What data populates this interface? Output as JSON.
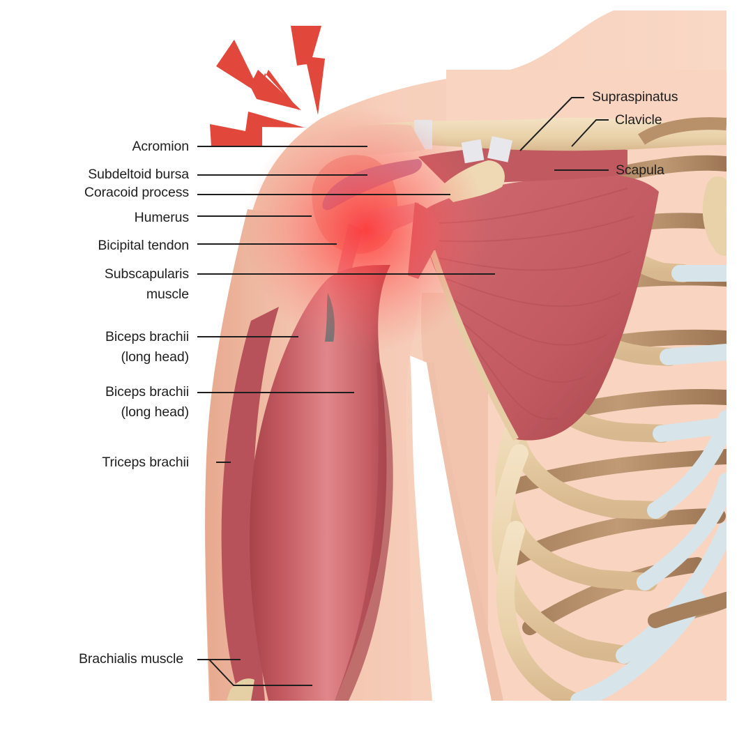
{
  "diagram": {
    "subject": "Shoulder anatomy with pain indicator",
    "colors": {
      "background": "#ffffff",
      "skin": "#f4c6b0",
      "skin_light": "#f9d6c4",
      "skin_shadow": "#e8a98e",
      "muscle": "#c2575c",
      "muscle_light": "#e08084",
      "muscle_dark": "#9e3b42",
      "bone": "#ecd6b0",
      "bone_dark": "#b48a63",
      "cartilage": "#d6e4ea",
      "pain_bolt": "#e2473b",
      "pain_glow": "#ff3b3b",
      "leader_line": "#1e1e1e",
      "label_text": "#1e1e1e"
    },
    "pain_indicator": {
      "icon": "lightning-bolt-icon",
      "count": 3
    },
    "labels_left": [
      {
        "id": "acromion",
        "text": "Acromion"
      },
      {
        "id": "subdeltoid-bursa",
        "text": "Subdeltoid bursa"
      },
      {
        "id": "coracoid-process",
        "text": "Coracoid process"
      },
      {
        "id": "humerus",
        "text": "Humerus"
      },
      {
        "id": "bicipital-tendon",
        "text": "Bicipital tendon"
      },
      {
        "id": "subscapularis-muscle",
        "line1": "Subscapularis",
        "line2": "muscle"
      },
      {
        "id": "biceps-long-head-1",
        "line1": "Biceps brachii",
        "line2": "(long head)"
      },
      {
        "id": "biceps-long-head-2",
        "line1": "Biceps brachii",
        "line2": "(long head)"
      },
      {
        "id": "triceps-brachii",
        "text": "Triceps brachii"
      },
      {
        "id": "brachialis-muscle",
        "text": "Brachialis muscle"
      }
    ],
    "labels_right": [
      {
        "id": "supraspinatus",
        "text": "Supraspinatus"
      },
      {
        "id": "clavicle",
        "text": "Clavicle"
      },
      {
        "id": "scapula",
        "text": "Scapula"
      }
    ]
  }
}
